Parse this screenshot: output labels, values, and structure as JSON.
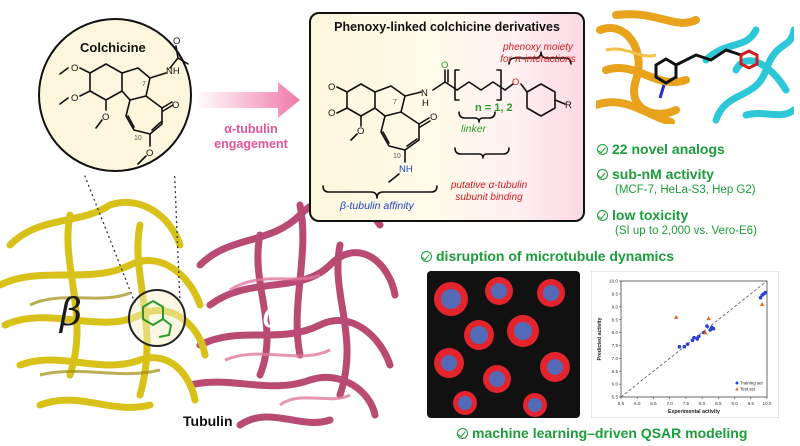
{
  "colchicine": {
    "title": "Colchicine",
    "atoms": {
      "nh": "NH",
      "o_amide": "O",
      "ome1": "O",
      "ome2": "O",
      "ome3": "O",
      "c_o": "O",
      "ome4": "O",
      "pos7": "7",
      "pos10": "10"
    }
  },
  "arrow": {
    "line1": "α-tubulin",
    "line2": "engagement"
  },
  "derivative_box": {
    "title": "Phenoxy-linked colchicine derivatives",
    "phenoxy_label_1": "phenoxy moiety",
    "phenoxy_label_2": "for π-interactions",
    "linker_label": "linker",
    "n_label": "n = 1, 2",
    "beta_label": "β-tubulin affinity",
    "alpha_label_1": "putative α-tubulin",
    "alpha_label_2": "subunit binding",
    "atoms": {
      "nh_amide": "H",
      "n_amide": "N",
      "o_amide": "O",
      "o_ether": "O",
      "r_group": "R",
      "nh_10": "NH",
      "c_o": "O",
      "ome1": "O",
      "ome2": "O",
      "ome3": "O",
      "pos7": "7",
      "pos10": "10"
    }
  },
  "claims": [
    {
      "title": "22 novel analogs",
      "subtitle": ""
    },
    {
      "title": "sub-nM activity",
      "subtitle": "(MCF-7, HeLa-S3, Hep G2)"
    },
    {
      "title": "low toxicity",
      "subtitle": "(SI up to 2,000 vs. Vero-E6)"
    }
  ],
  "microtubule_label": "disruption of microtubule dynamics",
  "qsar_label": "machine learning–driven QSAR modeling",
  "tubulin": {
    "label": "Tubulin",
    "beta": "β",
    "alpha": "α"
  },
  "colors": {
    "accent_green": "#1a9e3a",
    "beta_gold": "#d8c21a",
    "alpha_rose": "#b94a72",
    "arrow_pink": "#f07aa8"
  },
  "chart_data": {
    "type": "scatter",
    "xlabel": "Experimental activity",
    "ylabel": "Predicted activity",
    "xlim": [
      5.5,
      10.0
    ],
    "ylim": [
      5.5,
      10.0
    ],
    "xticks": [
      "5.5",
      "6.0",
      "6.5",
      "7.0",
      "7.5",
      "8.0",
      "8.5",
      "9.0",
      "9.5",
      "10.0"
    ],
    "yticks": [
      "5.5",
      "6.0",
      "6.5",
      "7.0",
      "7.5",
      "8.0",
      "8.5",
      "9.0",
      "9.5",
      "10.0"
    ],
    "legend_position": "bottom-right",
    "series": [
      {
        "name": "Training set",
        "color": "#2c3fd6",
        "marker": "circle",
        "points": [
          [
            7.3,
            7.45
          ],
          [
            7.45,
            7.45
          ],
          [
            7.55,
            7.55
          ],
          [
            7.7,
            7.7
          ],
          [
            7.75,
            7.8
          ],
          [
            7.85,
            7.75
          ],
          [
            7.9,
            7.85
          ],
          [
            8.05,
            8.0
          ],
          [
            8.15,
            8.25
          ],
          [
            8.25,
            8.1
          ],
          [
            8.3,
            8.2
          ],
          [
            8.35,
            8.15
          ],
          [
            9.8,
            9.35
          ],
          [
            9.85,
            9.45
          ],
          [
            9.9,
            9.5
          ],
          [
            9.95,
            9.55
          ]
        ]
      },
      {
        "name": "Test set",
        "color": "#e06a22",
        "marker": "triangle",
        "points": [
          [
            7.2,
            8.6
          ],
          [
            8.2,
            8.55
          ],
          [
            9.85,
            9.1
          ],
          [
            8.1,
            8.0
          ]
        ]
      }
    ]
  }
}
